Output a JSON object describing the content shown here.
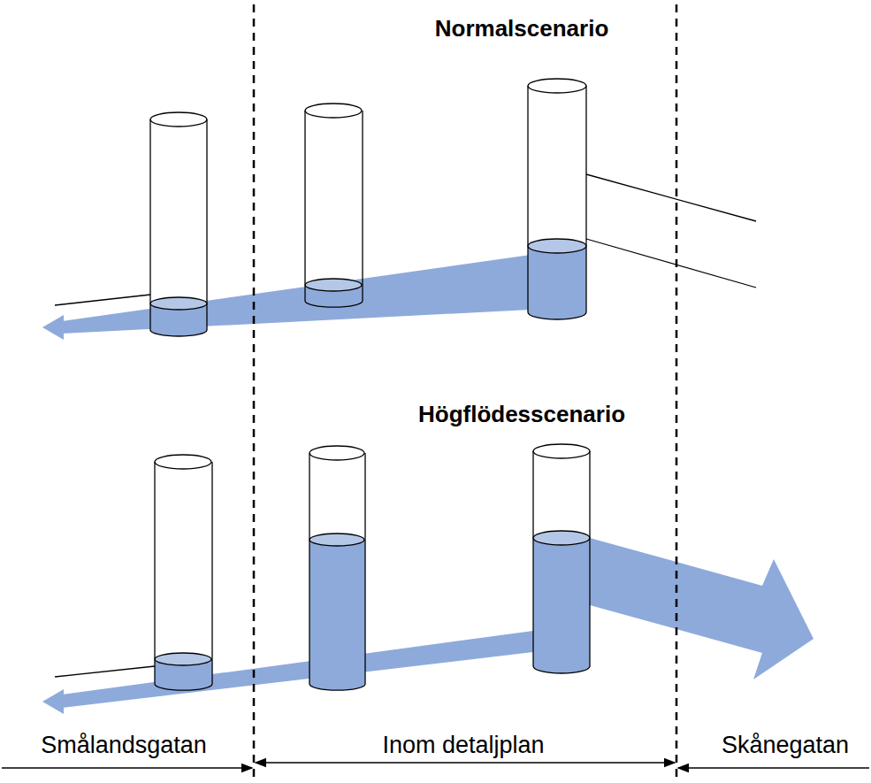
{
  "diagram": {
    "labels": [
      "Normalscenario",
      "Högflödesscenario",
      "Smålandsgatan",
      "Inom detaljplan",
      "Skånegatan"
    ]
  }
}
